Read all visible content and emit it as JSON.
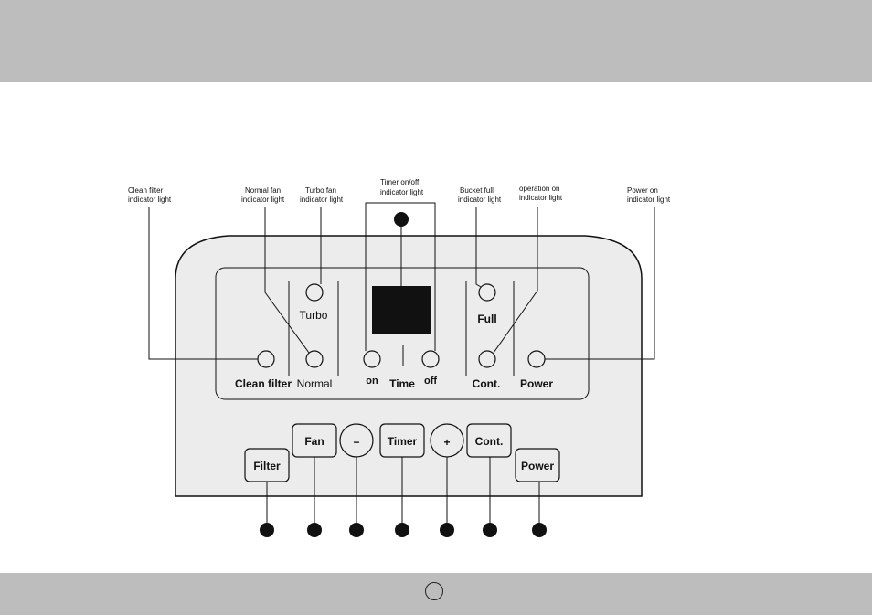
{
  "annotations": {
    "clean_filter": [
      "Clean filter",
      "indicator light"
    ],
    "normal_fan": [
      "Normal fan",
      "indicator light"
    ],
    "turbo_fan": [
      "Turbo fan",
      "indicator light"
    ],
    "timer": [
      "Timer on/off",
      "indicator light"
    ],
    "bucket_full": [
      "Bucket full",
      "indicator light"
    ],
    "operation_on": [
      "operation on",
      "indicator light"
    ],
    "power_on": [
      "Power on",
      "indicator light"
    ]
  },
  "panel_labels": {
    "turbo": "Turbo",
    "full": "Full",
    "clean_filter": "Clean filter",
    "normal": "Normal",
    "on": "on",
    "time": "Time",
    "off": "off",
    "cont": "Cont.",
    "power": "Power"
  },
  "buttons": {
    "filter": "Filter",
    "fan": "Fan",
    "minus": "−",
    "timer": "Timer",
    "plus": "+",
    "cont": "Cont.",
    "power": "Power"
  },
  "colors": {
    "band": "#bdbdbd",
    "panel": "#ececec",
    "ink": "#111111"
  }
}
